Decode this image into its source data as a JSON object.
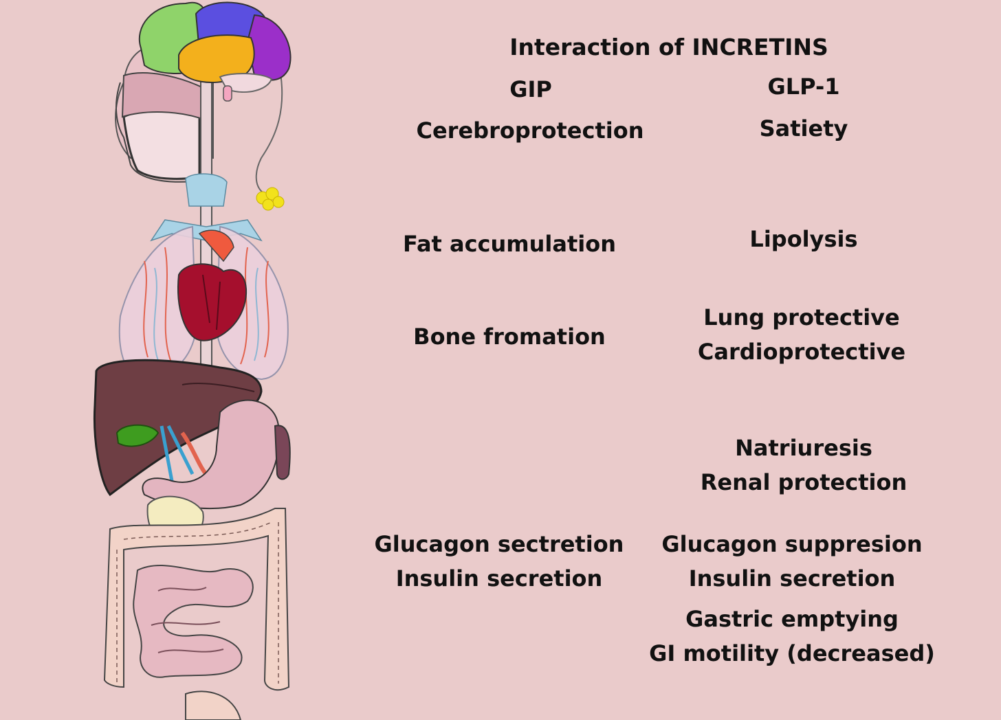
{
  "title": "Interaction of INCRETINS",
  "columns": {
    "gip": "GIP",
    "glp1": "GLP-1"
  },
  "gip_effects": {
    "brain": "Cerebroprotection",
    "fat": "Fat accumulation",
    "bone": "Bone fromation",
    "pancreas_1": "Glucagon sectretion",
    "pancreas_2": "Insulin secretion"
  },
  "glp1_effects": {
    "brain": "Satiety",
    "fat": "Lipolysis",
    "heart_1": "Lung protective",
    "heart_2": "Cardioprotective",
    "kidney_1": "Natriuresis",
    "kidney_2": "Renal protection",
    "pancreas_1": "Glucagon suppresion",
    "pancreas_2": "Insulin secretion",
    "gut_1": "Gastric emptying",
    "gut_2": "GI motility (decreased)"
  },
  "colors": {
    "background": "#eacbcb",
    "brain_frontal": "#8fd36a",
    "brain_parietal": "#5b4fe0",
    "brain_occipital": "#9b2fc9",
    "brain_temporal": "#f3b01c",
    "heart": "#a50f2d",
    "liver": "#6e3e44",
    "gallbladder": "#3e9c1f",
    "fat_cells": "#f2e21c",
    "intestine": "#e6b9c2"
  }
}
